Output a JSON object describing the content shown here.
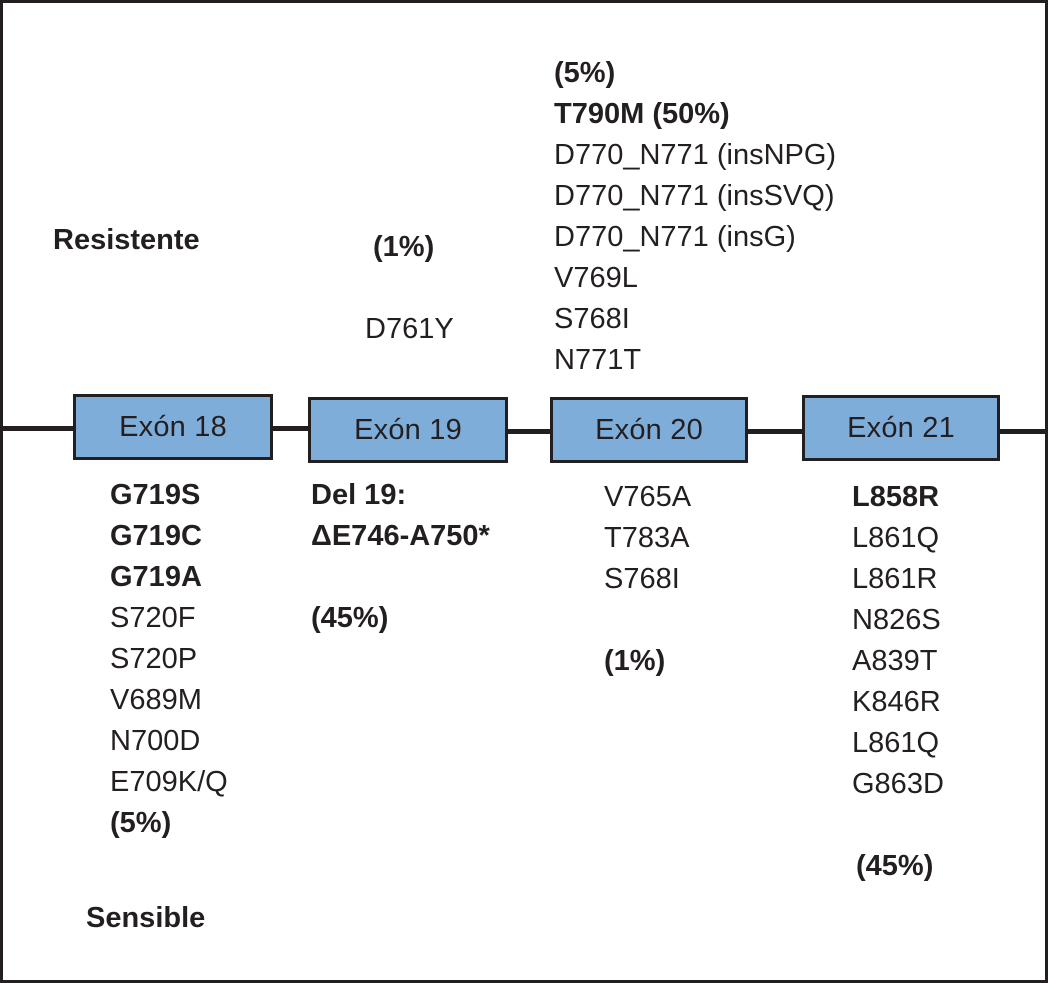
{
  "figure": {
    "title_axis": {
      "resistant_label": "Resistente",
      "sensitive_label": "Sensible"
    },
    "colors": {
      "exon_fill": "#7fadd9",
      "line": "#231f20",
      "text": "#231f20",
      "background": "#ffffff"
    }
  },
  "exons": [
    {
      "id": "exon-18",
      "box_label": "Exón 18",
      "above": [],
      "below": [
        {
          "text": "G719S",
          "bold": true
        },
        {
          "text": "G719C",
          "bold": true
        },
        {
          "text": "G719A",
          "bold": true
        },
        {
          "text": "S720F",
          "bold": false
        },
        {
          "text": "S720P",
          "bold": false
        },
        {
          "text": "V689M",
          "bold": false
        },
        {
          "text": "N700D",
          "bold": false
        },
        {
          "text": "E709K/Q",
          "bold": false
        },
        {
          "text": "(5%)",
          "bold": true
        }
      ]
    },
    {
      "id": "exon-19",
      "box_label": "Exón 19",
      "above": [
        {
          "text": "(1%)",
          "bold": true
        },
        {
          "text": "",
          "bold": false
        },
        {
          "text": "D761Y",
          "bold": false
        }
      ],
      "below": [
        {
          "text": "Del 19:",
          "bold": true
        },
        {
          "text": "ΔE746-A750*",
          "bold": true
        },
        {
          "text": "",
          "bold": false
        },
        {
          "text": "(45%)",
          "bold": true
        }
      ]
    },
    {
      "id": "exon-20",
      "box_label": "Exón 20",
      "above": [
        {
          "text": "(5%)",
          "bold": true
        },
        {
          "text": "T790M (50%)",
          "bold": true
        },
        {
          "text": "D770_N771 (insNPG)",
          "bold": false
        },
        {
          "text": "D770_N771 (insSVQ)",
          "bold": false
        },
        {
          "text": "D770_N771 (insG)",
          "bold": false
        },
        {
          "text": "V769L",
          "bold": false
        },
        {
          "text": "S768I",
          "bold": false
        },
        {
          "text": "N771T",
          "bold": false
        }
      ],
      "below": [
        {
          "text": "V765A",
          "bold": false
        },
        {
          "text": "T783A",
          "bold": false
        },
        {
          "text": "S768I",
          "bold": false
        },
        {
          "text": "",
          "bold": false
        },
        {
          "text": "(1%)",
          "bold": true
        }
      ]
    },
    {
      "id": "exon-21",
      "box_label": "Exón 21",
      "above": [],
      "below": [
        {
          "text": "L858R",
          "bold": true
        },
        {
          "text": "L861Q",
          "bold": false
        },
        {
          "text": "L861R",
          "bold": false
        },
        {
          "text": "N826S",
          "bold": false
        },
        {
          "text": "A839T",
          "bold": false
        },
        {
          "text": "K846R",
          "bold": false
        },
        {
          "text": "L861Q",
          "bold": false
        },
        {
          "text": "G863D",
          "bold": false
        },
        {
          "text": "",
          "bold": false
        },
        {
          "text": "(45%)",
          "bold": true
        }
      ]
    }
  ]
}
